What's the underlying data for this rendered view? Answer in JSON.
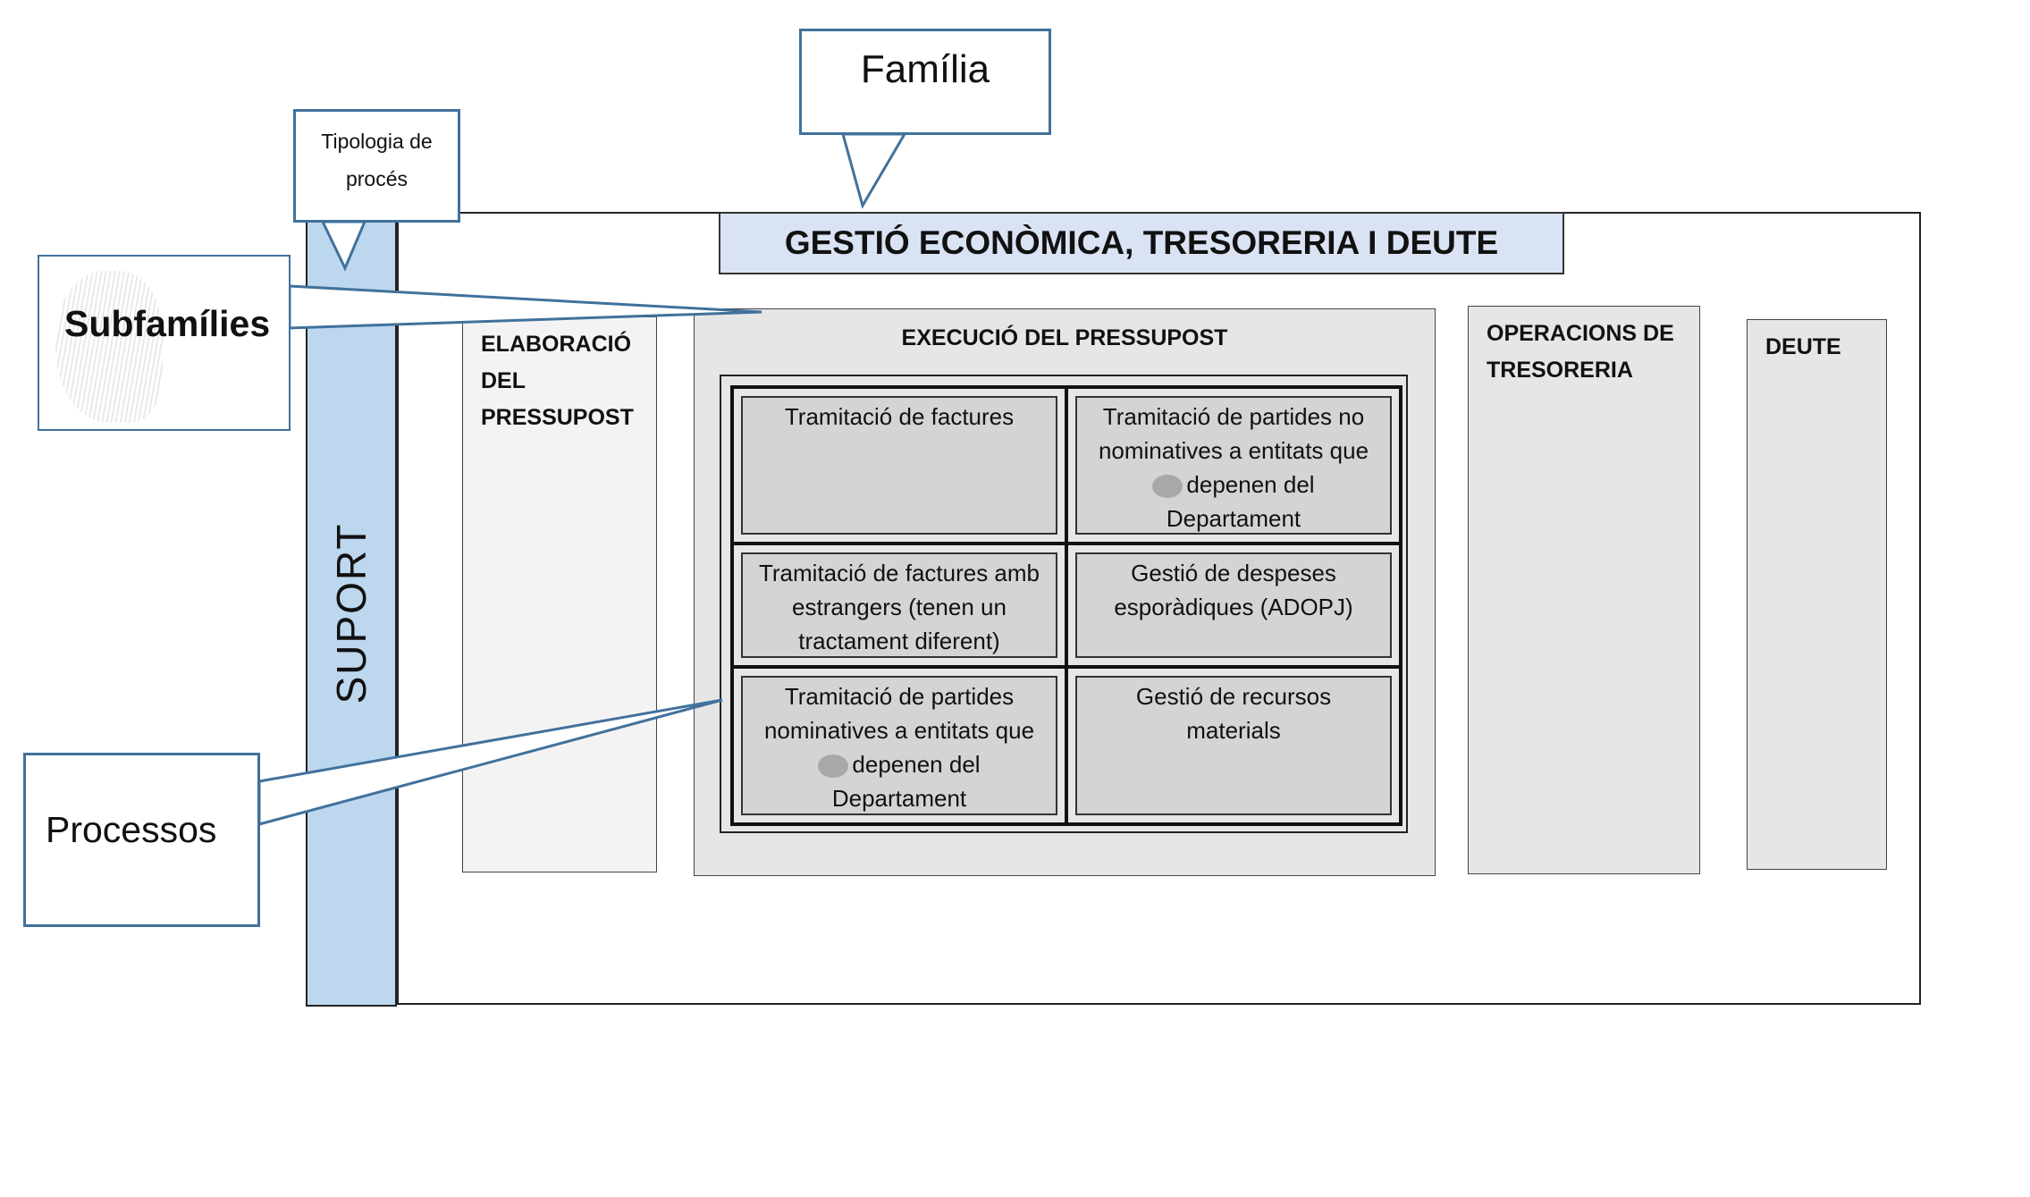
{
  "family_callout": "Família",
  "typology_callout": [
    "Tipologia de",
    "procés"
  ],
  "subfamilies_callout": "Subfamílies",
  "processes_callout": "Processos",
  "typology_label": "SUPORT",
  "family_title": "GESTIÓ ECONÒMICA, TRESORERIA I DEUTE",
  "subfamilies": [
    {
      "label": [
        "ELABORACIÓ",
        "DEL",
        "PRESSUPOST"
      ]
    },
    {
      "label": [
        "EXECUCIÓ DEL PRESSUPOST"
      ]
    },
    {
      "label": [
        "OPERACIONS DE",
        "TRESORERIA"
      ]
    },
    {
      "label": [
        "DEUTE"
      ]
    }
  ],
  "processes": [
    {
      "lines": [
        "Tramitació de factures"
      ]
    },
    {
      "lines": [
        "Tramitació de partides no",
        "nominatives a entitats que",
        "depenen del",
        "Departament"
      ],
      "redacted_line": 2
    },
    {
      "lines": [
        "Tramitació de factures amb",
        "estrangers (tenen un",
        "tractament diferent)"
      ]
    },
    {
      "lines": [
        "Gestió de despeses",
        "esporàdiques (ADOPJ)"
      ]
    },
    {
      "lines": [
        "Tramitació de partides",
        "nominatives a entitats que",
        "depenen del",
        "Departament"
      ],
      "redacted_line": 2
    },
    {
      "lines": [
        "Gestió de recursos",
        "materials"
      ]
    }
  ],
  "colors": {
    "support_bar": "#bdd7ee",
    "title_bar": "#dae3f3",
    "callout_border": "#41719c"
  }
}
